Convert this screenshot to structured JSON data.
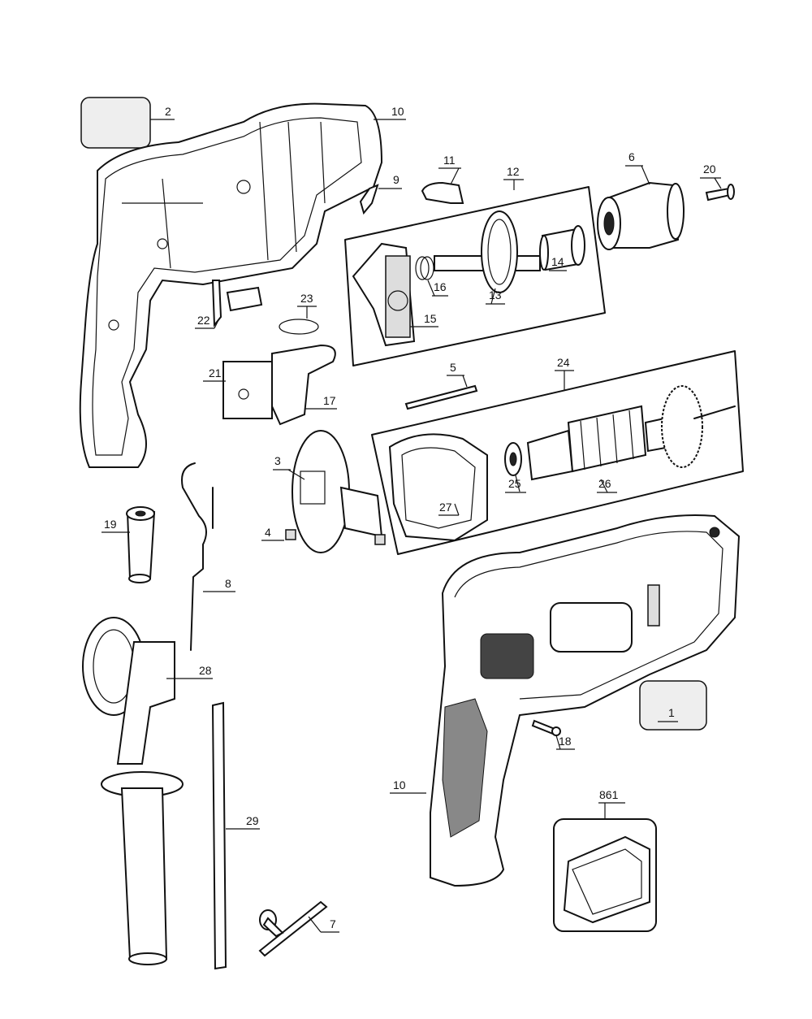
{
  "labels": {
    "p2": "2",
    "p10a": "10",
    "p11": "11",
    "p12": "12",
    "p9": "9",
    "p6": "6",
    "p20": "20",
    "p16": "16",
    "p14": "14",
    "p13": "13",
    "p15": "15",
    "p23": "23",
    "p22": "22",
    "p21": "21",
    "p17": "17",
    "p5": "5",
    "p24": "24",
    "p3": "3",
    "p25": "25",
    "p26": "26",
    "p27": "27",
    "p4": "4",
    "p19": "19",
    "p8": "8",
    "p28": "28",
    "p1": "1",
    "p18": "18",
    "p10b": "10",
    "p861": "861",
    "p29": "29",
    "p7": "7"
  }
}
